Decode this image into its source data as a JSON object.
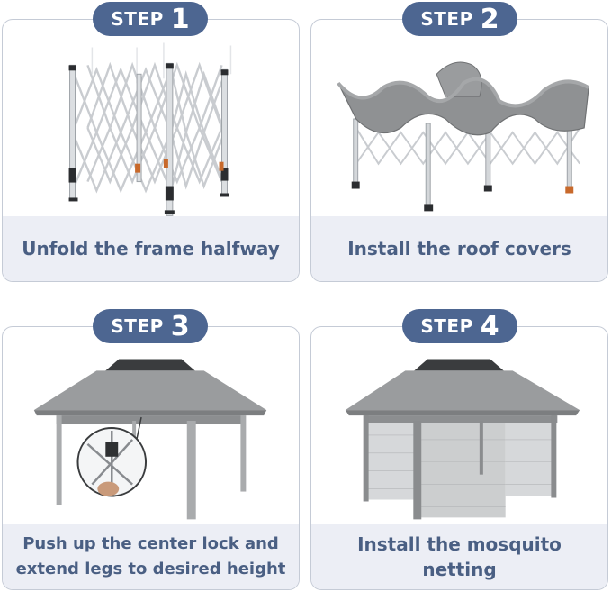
{
  "steps": [
    {
      "word": "STEP",
      "num": "1",
      "caption": "Unfold the frame halfway"
    },
    {
      "word": "STEP",
      "num": "2",
      "caption": "Install the roof covers"
    },
    {
      "word": "STEP",
      "num": "3",
      "caption": "Push up the center lock and extend legs to desired height"
    },
    {
      "word": "STEP",
      "num": "4",
      "caption": "Install the mosquito netting"
    }
  ],
  "colors": {
    "pill": "#4d6691",
    "caption_text": "#4a5f83",
    "caption_bg": "#eceef5",
    "card_border": "#c5cbd6",
    "canopy": "#8a8c8e",
    "frame": "#d9dbdd"
  }
}
